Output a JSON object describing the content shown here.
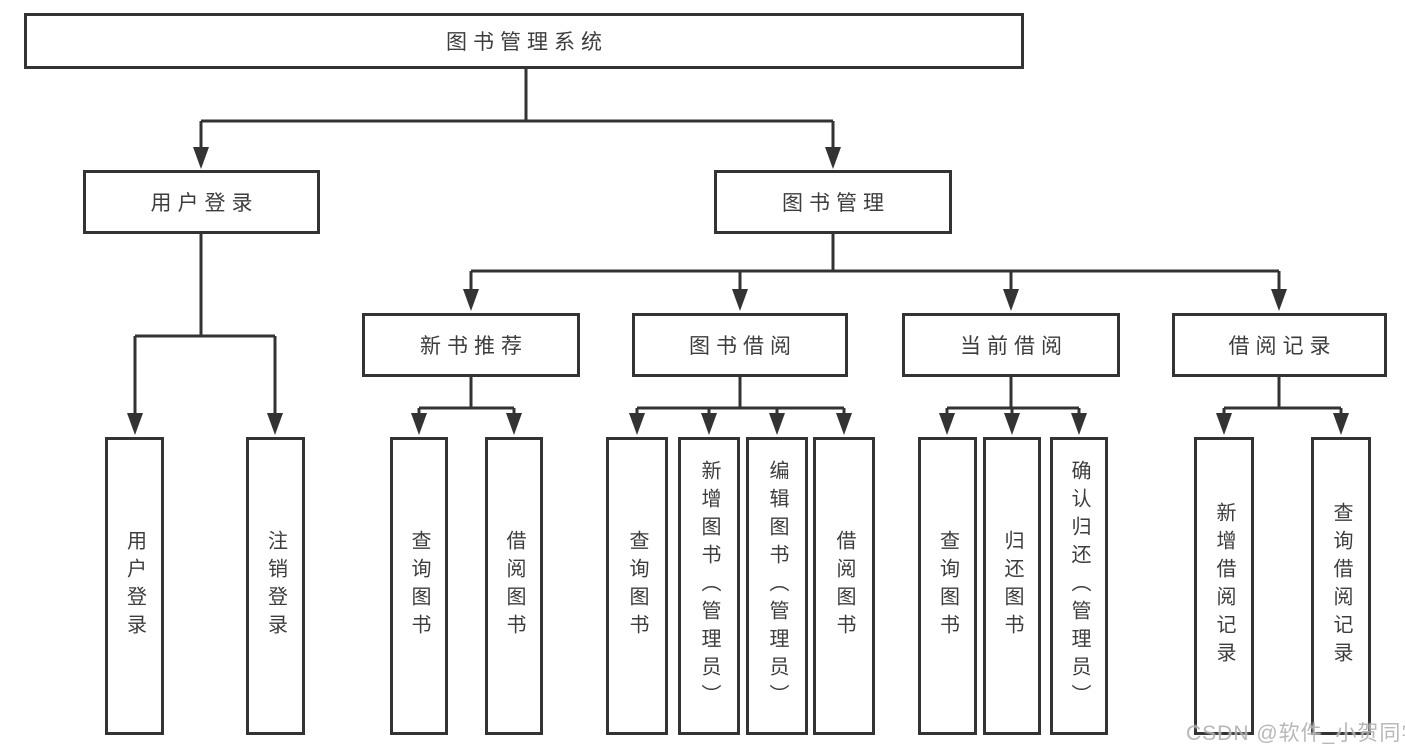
{
  "colors": {
    "line": "#333333",
    "text": "#3d3d3d",
    "box_fill": "#ffffff",
    "background": "#ffffff",
    "watermark": "#ababab"
  },
  "diagram": {
    "root": {
      "label": "图书管理系统"
    },
    "level2": {
      "user_login": {
        "label": "用户登录"
      },
      "book_mgmt": {
        "label": "图书管理"
      }
    },
    "user_login_children": [
      {
        "label": "用户登录"
      },
      {
        "label": "注销登录"
      }
    ],
    "sections": [
      {
        "label": "新书推荐",
        "children": [
          {
            "label": "查询图书"
          },
          {
            "label": "借阅图书"
          }
        ]
      },
      {
        "label": "图书借阅",
        "children": [
          {
            "label": "查询图书"
          },
          {
            "label": "新增图书（管理员）"
          },
          {
            "label": "编辑图书（管理员）"
          },
          {
            "label": "借阅图书"
          }
        ]
      },
      {
        "label": "当前借阅",
        "children": [
          {
            "label": "查询图书"
          },
          {
            "label": "归还图书"
          },
          {
            "label": "确认归还（管理员）"
          }
        ]
      },
      {
        "label": "借阅记录",
        "children": [
          {
            "label": "新增借阅记录"
          },
          {
            "label": "查询借阅记录"
          }
        ]
      }
    ]
  },
  "watermark": {
    "text": "CSDN @软件_小贺同学"
  }
}
